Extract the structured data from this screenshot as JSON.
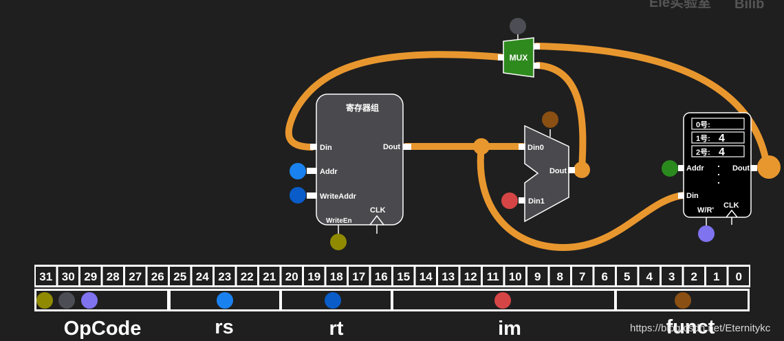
{
  "watermark_top": "Ele实验室",
  "watermark_logo": "Bilib",
  "watermark_url": "https://blog.csdn.net/Eternitykc",
  "regfile": {
    "title": "寄存器组",
    "din": "Din",
    "addr": "Addr",
    "writeaddr": "WriteAddr",
    "writeen": "WriteEn",
    "clk": "CLK",
    "dout": "Dout"
  },
  "mux_top": {
    "label": "MUX"
  },
  "mux_right": {
    "din0": "Din0",
    "din1": "Din1",
    "dout": "Dout"
  },
  "memory": {
    "cells": [
      {
        "label": "0号:",
        "value": ""
      },
      {
        "label": "1号:",
        "value": "4"
      },
      {
        "label": "2号:",
        "value": "4"
      }
    ],
    "addr": "Addr",
    "dout": "Dout",
    "din": "Din",
    "wr": "W/R'",
    "clk": "CLK",
    "ellipsis": [
      ".",
      ".",
      "."
    ]
  },
  "bits": [
    "31",
    "30",
    "29",
    "28",
    "27",
    "26",
    "25",
    "24",
    "23",
    "22",
    "21",
    "20",
    "19",
    "18",
    "17",
    "16",
    "15",
    "14",
    "13",
    "12",
    "11",
    "10",
    "9",
    "8",
    "7",
    "6",
    "5",
    "4",
    "3",
    "2",
    "1",
    "0"
  ],
  "fields": [
    {
      "name": "OpCode"
    },
    {
      "name": "rs"
    },
    {
      "name": "rt"
    },
    {
      "name": "im"
    },
    {
      "name": "funct"
    }
  ],
  "colors": {
    "wire": "#e8972f",
    "box": "#4a4a4e",
    "mux_green": "#2f8a1e",
    "olive": "#8f8a00",
    "dark_gray": "#4d4e55",
    "lavender": "#7f73f0",
    "blue": "#1a82f0",
    "dark_blue": "#0a5cc8",
    "red": "#d64545",
    "brown": "#8a4f12",
    "green": "#2a8a1e"
  }
}
